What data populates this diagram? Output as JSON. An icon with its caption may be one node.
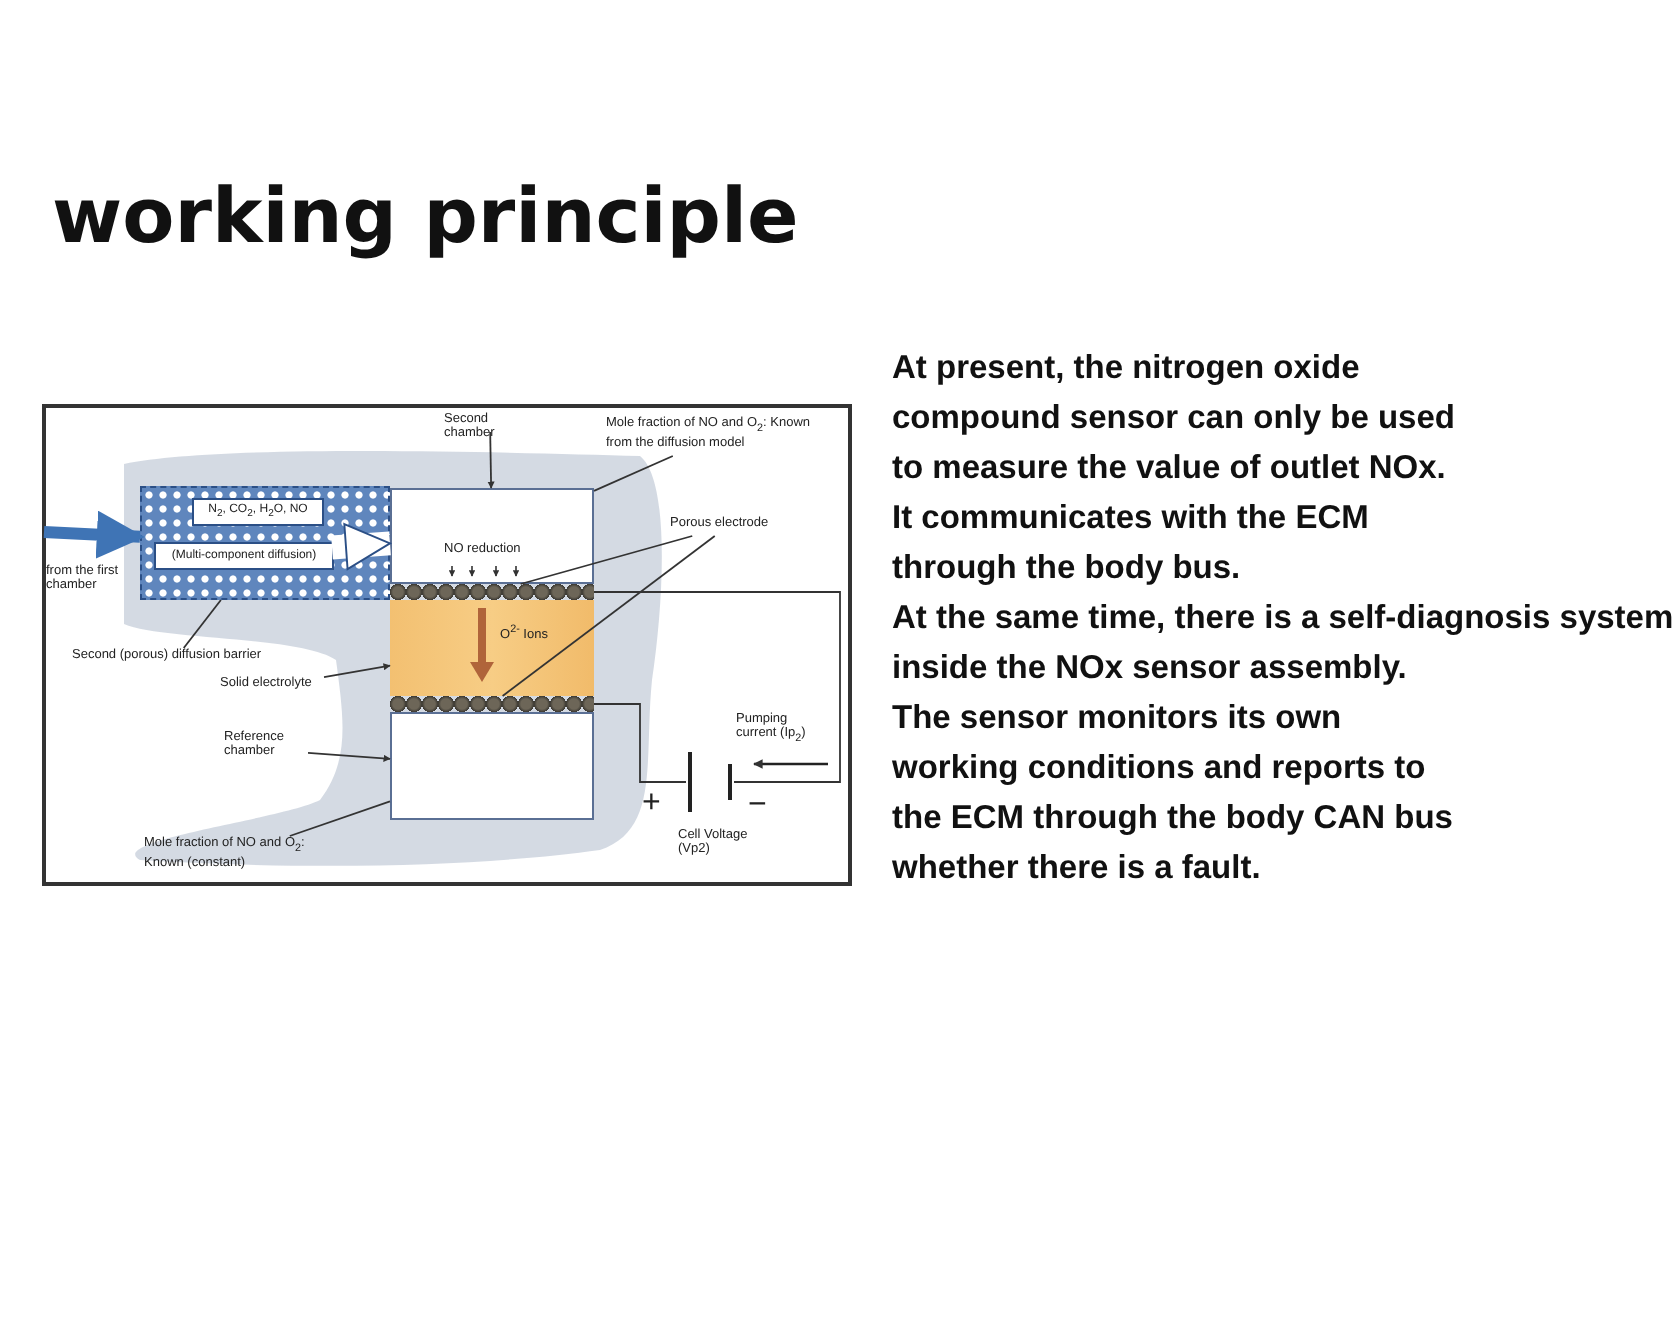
{
  "diagram": {
    "title": "working principle",
    "nodes": [
      {
        "text": [],
        "shape": "box"
      },
      {
        "text": [],
        "shape": "box"
      },
      {
        "text": [],
        "shape": "bar"
      },
      {
        "text": [],
        "shape": "bar"
      },
      {
        "text": [],
        "shape": "box"
      },
      {
        "text": [],
        "shape": "box"
      },
      {
        "text": [
          "N$_{2}$, CO$_{2}$, H$_{2}$O, NO"
        ],
        "in": 5
      },
      {
        "text": [
          "(Multi-component diffusion)"
        ],
        "in": 5
      },
      {
        "text": [
          "Second (porous) diffusion barrier"
        ]
      },
      {
        "text": [
          "Solid electrolyte"
        ]
      },
      {
        "text": [
          "Reference chamber"
        ]
      },
      {
        "text": [
          "Mole fraction of NO and O$_{2}$: Known (constant)"
        ]
      },
      {
        "text": [
          "Second chamber"
        ]
      },
      {
        "text": [
          "Mole fraction of NO and O$_{2}$: Known from the diffusion model"
        ]
      },
      {
        "text": [
          "Porous electrode"
        ]
      },
      {
        "text": [],
        "shape": "battery",
        "beside": [
          "Cell Voltage (Vp2)"
        ]
      }
    ],
    "edges": [
      {
        "from": null,
        "to": 5,
        "arrow": "to",
        "style": "thick",
        "color": "#3f74b5"
      },
      {
        "from": 8,
        "to": 5,
        "arrow": "none"
      },
      {
        "from": 9,
        "to": 1,
        "arrow": "to"
      },
      {
        "from": 10,
        "to": 4,
        "arrow": "to"
      },
      {
        "from": 11,
        "to": 4,
        "arrow": "none"
      },
      {
        "from": 12,
        "to": 0,
        "arrow": "to"
      },
      {
        "from": 13,
        "to": 0,
        "arrow": "none"
      },
      {
        "from": 14,
        "to": 2,
        "arrow": "none"
      },
      {
        "from": 14,
        "to": 3,
        "arrow": "none"
      },
      {
        "from": 2,
        "to": 15,
        "arrow": "none"
      },
      {
        "from": 3,
        "to": 15,
        "arrow": "none"
      },
      {
        "from": 7,
        "to": 0,
        "arrow": "to",
        "style": "thick",
        "color": "#ffffff"
      }
    ],
    "labels": [
      "from the first chamber",
      "NO reduction",
      "O$^{2-}$ Ions",
      "Pumping current (Ip$_{2}$)",
      "+",
      "−",
      "At present, the nitrogen oxide compound sensor can only be used to measure the value of outlet NOx.",
      "It communicates with the ECM through the body bus.",
      "At the same time, there is a self-diagnosis system inside the NOx sensor assembly.",
      "The sensor monitors its own working conditions and reports to the ECM through the body CAN bus whether there is a fault."
    ]
  }
}
